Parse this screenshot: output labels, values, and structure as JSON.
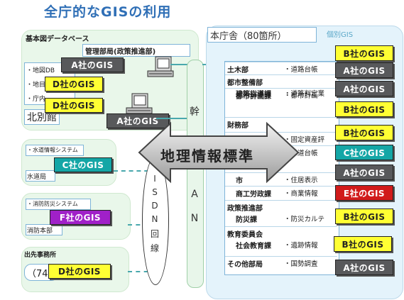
{
  "title": "全庁的なGISの利用",
  "left": {
    "base_map_db": "基本図データベース",
    "mgmt_dept": "管理部局(政策推進部)",
    "db_items": [
      "・地図DB",
      "・地目",
      "・庁内"
    ],
    "north_annex": "北別館",
    "water_system": "・水道情報システム",
    "water_dept": "水道局",
    "fire_system": "・消防防災システム",
    "fire_dept": "消防本部",
    "branch": "出先事務所",
    "branch_count": "（74"
  },
  "right": {
    "main_building": "本庁舎（80箇所）",
    "top_label": "個別GIS"
  },
  "network": {
    "trunk_char_top": "幹",
    "trunk_chars_bottom": [
      "A",
      "N"
    ],
    "isdn_chars": [
      "I",
      "S",
      "D",
      "N",
      "回",
      "線"
    ]
  },
  "arrow_label": "地理情報標準",
  "departments": [
    {
      "name": "土木部",
      "sub": "",
      "duty": "・道路台帳"
    },
    {
      "name": "都市整備部",
      "sub": "建築指導課",
      "duty": "・道路判定業"
    },
    {
      "name": "",
      "sub": "都市計画課",
      "duty": "・都市計画"
    },
    {
      "name": "財務部",
      "sub": "",
      "duty": ""
    },
    {
      "name": "",
      "sub": "",
      "duty": "・固定資産評"
    },
    {
      "name": "",
      "sub": "",
      "duty": "・水道台帳"
    },
    {
      "name": "",
      "sub": "市",
      "duty": "・住居表示"
    },
    {
      "name": "",
      "sub": "商工労政課",
      "duty": "・商業情報"
    },
    {
      "name": "政策推進部",
      "sub": "防災課",
      "duty": "・防災カルテ"
    },
    {
      "name": "教育委員会",
      "sub": "社会教育課",
      "duty": "・遺跡情報"
    },
    {
      "name": "その他部局",
      "sub": "",
      "duty": "・国勢調査"
    }
  ],
  "badges_left": [
    {
      "label": "A社のGIS",
      "style": "gray"
    },
    {
      "label": "D社のGIS",
      "style": "yellow"
    },
    {
      "label": "D社のGIS",
      "style": "yellow"
    },
    {
      "label": "A社のGIS",
      "style": "gray"
    },
    {
      "label": "C社のGIS",
      "style": "cyan"
    },
    {
      "label": "F社のGIS",
      "style": "purple"
    },
    {
      "label": "D社のGIS",
      "style": "yellow"
    }
  ],
  "badges_right": [
    {
      "label": "B社のGIS",
      "style": "yellow"
    },
    {
      "label": "A社のGIS",
      "style": "gray"
    },
    {
      "label": "A社のGIS",
      "style": "gray"
    },
    {
      "label": "B社のGIS",
      "style": "yellow"
    },
    {
      "label": "B社のGIS",
      "style": "yellow"
    },
    {
      "label": "C社のGIS",
      "style": "cyan"
    },
    {
      "label": "A社のGIS",
      "style": "gray"
    },
    {
      "label": "E社のGIS",
      "style": "red"
    },
    {
      "label": "B社のGIS",
      "style": "yellow"
    },
    {
      "label": "B社のGIS",
      "style": "yellow"
    },
    {
      "label": "A社のGIS",
      "style": "gray"
    }
  ]
}
